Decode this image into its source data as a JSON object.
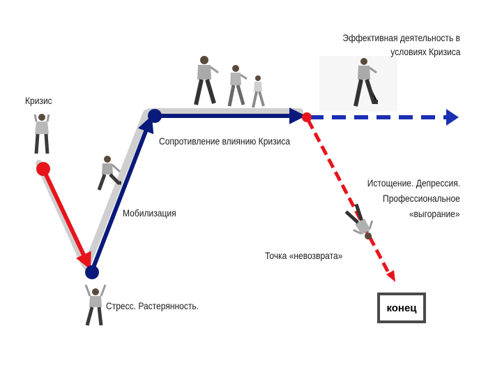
{
  "labels": {
    "crisis": "Кризис",
    "stress": "Стресс. Растерянность.",
    "mobilization": "Мобилизация",
    "resistance": "Сопротивление влиянию Кризиса",
    "effective_line1": "Эффективная деятельность в",
    "effective_line2": "условиях Кризиса",
    "exhaustion_line1": "Истощение. Депрессия.",
    "exhaustion_line2": "Профессиональное",
    "exhaustion_line3": "«выгорание»",
    "no_return": "Точка «невозврата»",
    "end": "конец"
  },
  "colors": {
    "red": "#e8141c",
    "navy": "#0a1a7a",
    "blue_dash": "#1b2fb3",
    "shadow": "#c8c8c8",
    "figure": "#3a3a3a",
    "shirt": "#a7a7a7"
  }
}
